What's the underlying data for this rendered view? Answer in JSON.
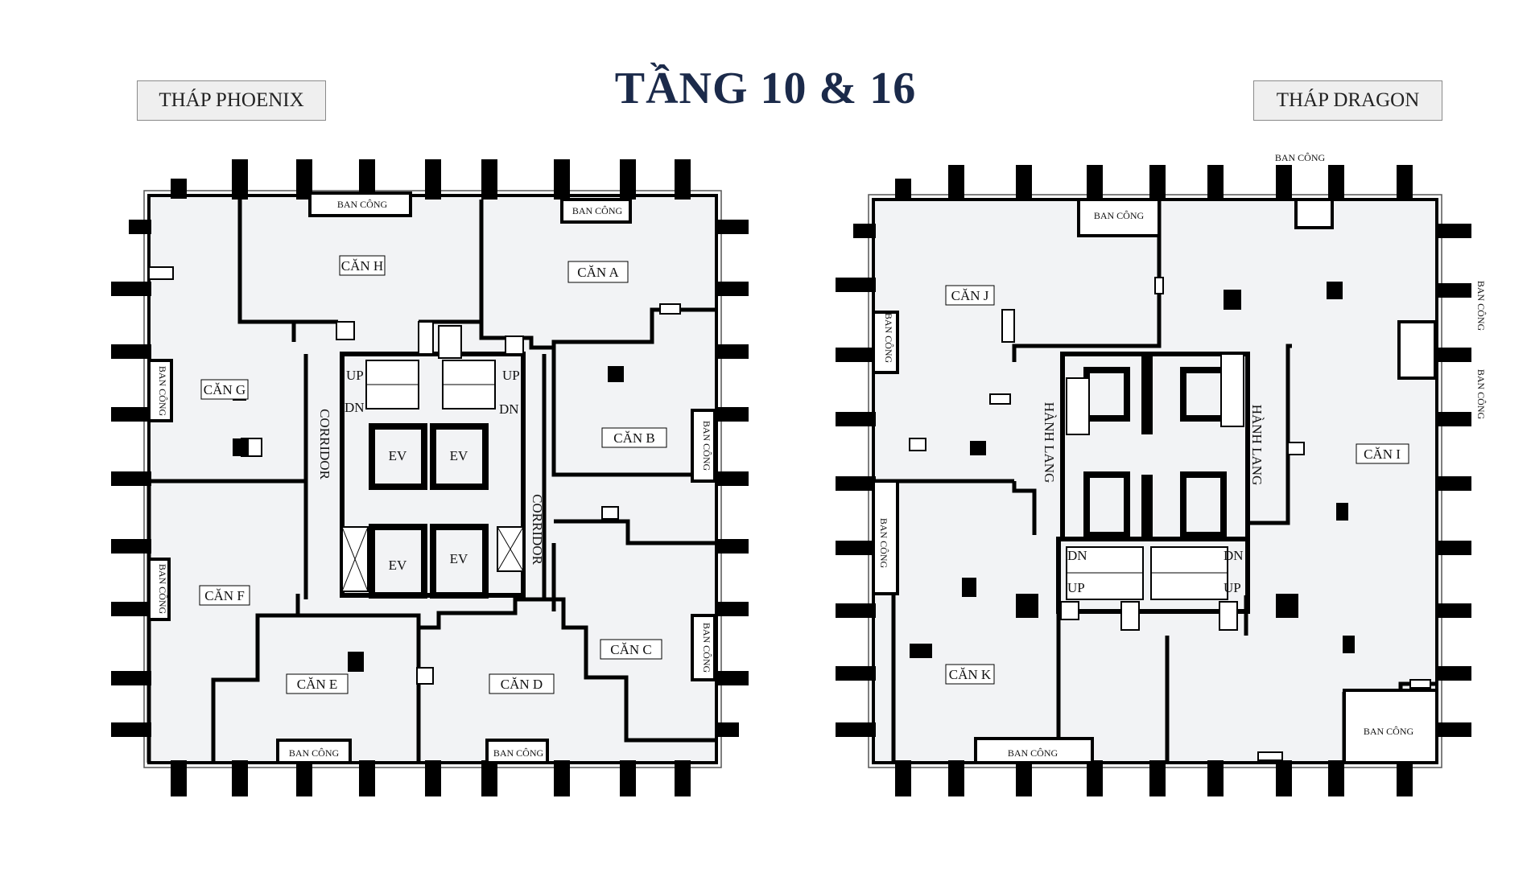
{
  "title": "TẦNG 10 & 16",
  "towers": {
    "left": {
      "name": "THÁP PHOENIX",
      "units": [
        "CĂN A",
        "CĂN B",
        "CĂN C",
        "CĂN D",
        "CĂN E",
        "CĂN F",
        "CĂN G",
        "CĂN H"
      ],
      "balcony": "BAN CÔNG",
      "corridor": "CORRIDOR",
      "ev": "EV",
      "up": "UP",
      "dn": "DN"
    },
    "right": {
      "name": "THÁP DRAGON",
      "units": [
        "CĂN I",
        "CĂN J",
        "CĂN K"
      ],
      "balcony": "BAN CÔNG",
      "hallway": "HÀNH LANG",
      "up": "UP",
      "dn": "DN"
    }
  },
  "colors": {
    "title": "#1b2a4a",
    "wall": "#000000",
    "floor": "#f2f3f5"
  }
}
